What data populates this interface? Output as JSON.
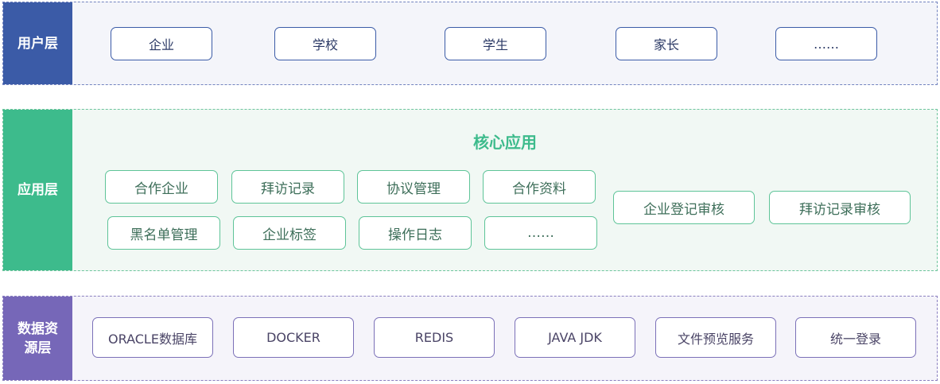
{
  "user_layer": {
    "label": "用户层",
    "items": [
      "企业",
      "学校",
      "学生",
      "家长",
      "……"
    ]
  },
  "app_layer": {
    "label": "应用层",
    "core_title": "核心应用",
    "row1": [
      "合作企业",
      "拜访记录",
      "协议管理",
      "合作资料"
    ],
    "row2": [
      "黑名单管理",
      "企业标签",
      "操作日志",
      "……"
    ],
    "review": [
      "企业登记审核",
      "拜访记录审核"
    ]
  },
  "data_layer": {
    "label": "数据资源层",
    "items": [
      "ORACLE数据库",
      "DOCKER",
      "REDIS",
      "JAVA JDK",
      "文件预览服务",
      "统一登录"
    ]
  }
}
